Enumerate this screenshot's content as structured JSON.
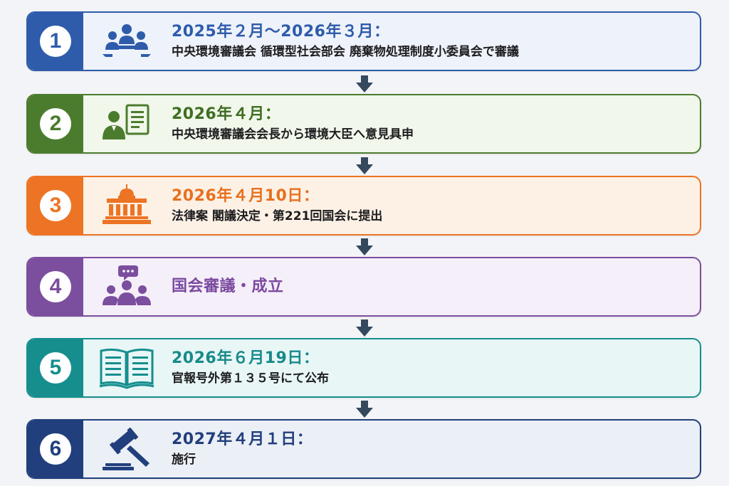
{
  "colors": {
    "arrow": "#34495e",
    "step1": {
      "accent": "#2e5caa",
      "bg": "#eef2fb",
      "title": "#2e5caa"
    },
    "step2": {
      "accent": "#4b7c2e",
      "bg": "#f1f7ea",
      "title": "#3f6e22"
    },
    "step3": {
      "accent": "#ec7424",
      "bg": "#fdf1e6",
      "title": "#e8701e"
    },
    "step4": {
      "accent": "#7c4e9e",
      "bg": "#f5eff9",
      "title": "#7b4aa0"
    },
    "step5": {
      "accent": "#168e8e",
      "bg": "#e8f6f6",
      "title": "#178a8a"
    },
    "step6": {
      "accent": "#213f7c",
      "bg": "#ebeff6",
      "title": "#213f7c"
    }
  },
  "steps": [
    {
      "number": "1",
      "icon": "meeting-icon",
      "title": "2025年２月〜2026年３月：",
      "desc": "中央環境審議会 循環型社会部会 廃棄物処理制度小委員会で審議"
    },
    {
      "number": "2",
      "icon": "person-document-icon",
      "title": "2026年４月：",
      "desc": "中央環境審議会会長から環境大臣へ意見具申"
    },
    {
      "number": "3",
      "icon": "parliament-building-icon",
      "title": "2026年４月10日：",
      "desc": "法律案 閣議決定・第221回国会に提出"
    },
    {
      "number": "4",
      "icon": "discussion-group-icon",
      "title": "国会審議・成立",
      "desc": ""
    },
    {
      "number": "5",
      "icon": "open-book-icon",
      "title": "2026年６月19日：",
      "desc": "官報号外第１３５号にて公布"
    },
    {
      "number": "6",
      "icon": "gavel-icon",
      "title": "2027年４月１日：",
      "desc": "施行"
    }
  ]
}
